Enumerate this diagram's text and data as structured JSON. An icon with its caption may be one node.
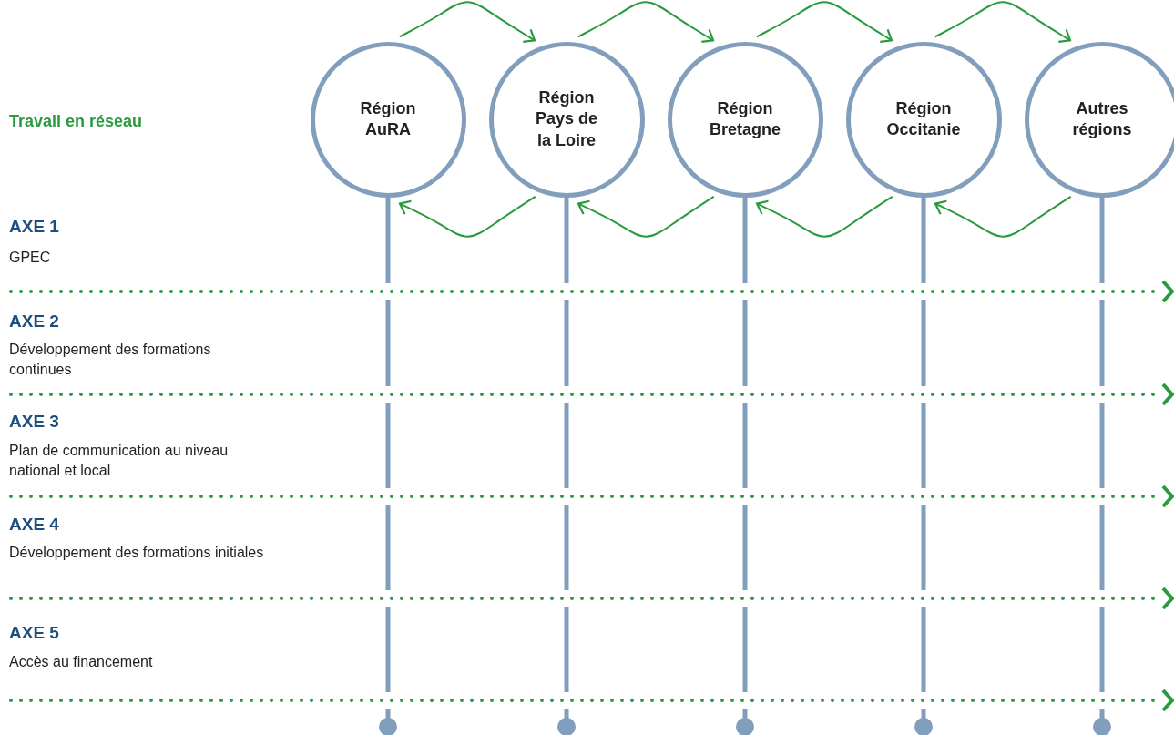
{
  "diagram": {
    "nodes": [
      {
        "text": [
          "Région AuRA"
        ]
      },
      {
        "text": [
          "Région Pays de la Loire"
        ]
      },
      {
        "text": [
          "Région Bretagne"
        ]
      },
      {
        "text": [
          "Région Occitanie"
        ]
      },
      {
        "text": [
          "Autres régions"
        ]
      }
    ],
    "edges": [
      {
        "from": 0,
        "to": 1,
        "arrow": "to"
      },
      {
        "from": 1,
        "to": 2,
        "arrow": "to"
      },
      {
        "from": 2,
        "to": 3,
        "arrow": "to"
      },
      {
        "from": 3,
        "to": 4,
        "arrow": "to"
      },
      {
        "from": 1,
        "to": 0,
        "arrow": "to"
      },
      {
        "from": 2,
        "to": 1,
        "arrow": "to"
      },
      {
        "from": 3,
        "to": 2,
        "arrow": "to"
      },
      {
        "from": 4,
        "to": 3,
        "arrow": "to"
      },
      {
        "from": 0,
        "to": null,
        "arrow": "other",
        "style": "thick",
        "color": "#819fbd"
      },
      {
        "from": 1,
        "to": null,
        "arrow": "other",
        "style": "thick",
        "color": "#819fbd"
      },
      {
        "from": 2,
        "to": null,
        "arrow": "other",
        "style": "thick",
        "color": "#819fbd"
      },
      {
        "from": 3,
        "to": null,
        "arrow": "other",
        "style": "thick",
        "color": "#819fbd"
      },
      {
        "from": 4,
        "to": null,
        "arrow": "other",
        "style": "thick",
        "color": "#819fbd"
      }
    ],
    "labels": [
      "Travail en réseau",
      "AXE 1",
      "GPEC",
      "AXE 2",
      "Développement des formations continues",
      "AXE 3",
      "Plan de communication au niveau national et local",
      "AXE 4",
      "Développement des formations initiales",
      "AXE 5",
      "Accès au financement"
    ]
  }
}
